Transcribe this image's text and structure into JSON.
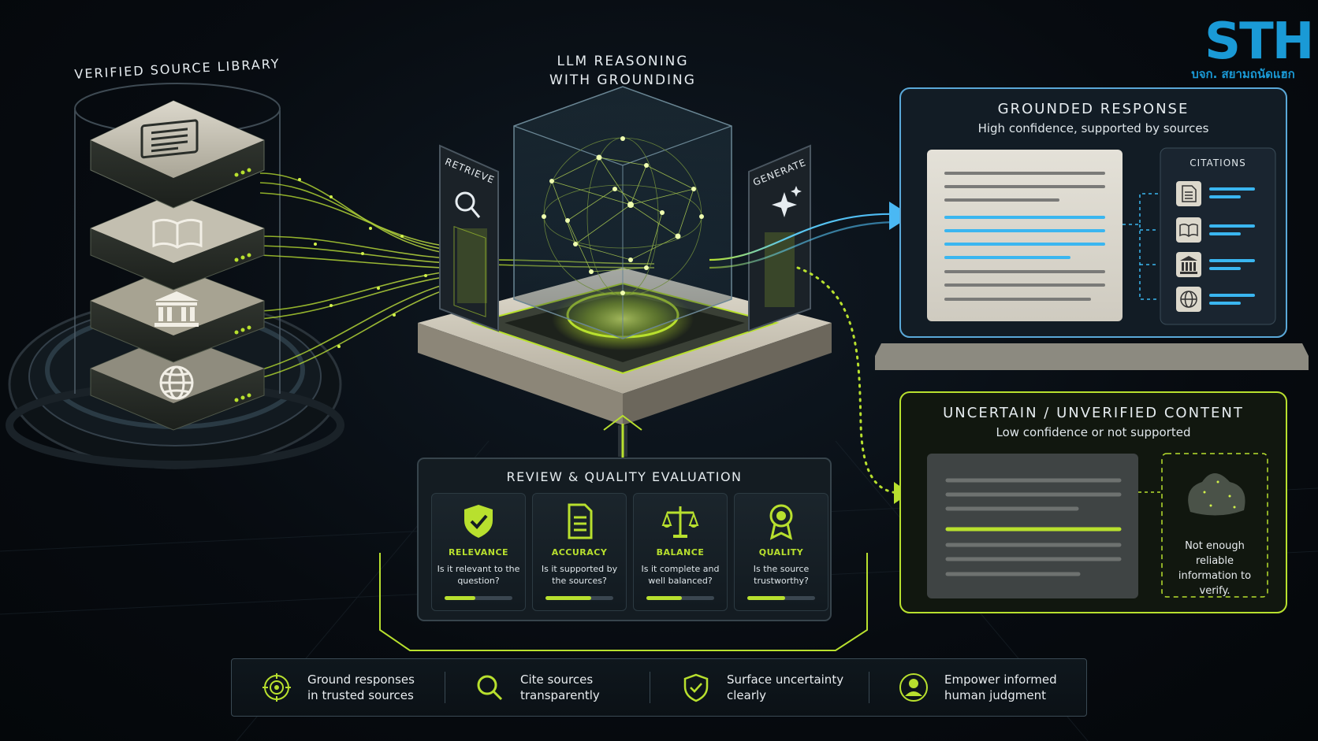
{
  "logo": {
    "main": "STH",
    "sub": "บจก. สยามถนัดแฮก"
  },
  "library": {
    "title": "VERIFIED SOURCE LIBRARY"
  },
  "reasoning": {
    "title_line1": "LLM REASONING",
    "title_line2": "WITH GROUNDING",
    "retrieve_label": "RETRIEVE",
    "generate_label": "GENERATE"
  },
  "grounded": {
    "title": "GROUNDED RESPONSE",
    "subtitle": "High confidence, supported by sources",
    "citations_label": "CITATIONS"
  },
  "uncertain": {
    "title": "UNCERTAIN / UNVERIFIED CONTENT",
    "subtitle": "Low confidence or not supported",
    "note": "Not enough reliable information to verify."
  },
  "evaluation": {
    "title": "REVIEW & QUALITY EVALUATION",
    "criteria": [
      {
        "title": "RELEVANCE",
        "question": "Is it relevant to the question?",
        "level": 0.45,
        "icon": "shield-check-icon"
      },
      {
        "title": "ACCURACY",
        "question": "Is it supported by the sources?",
        "level": 0.68,
        "icon": "document-icon"
      },
      {
        "title": "BALANCE",
        "question": "Is it complete and well balanced?",
        "level": 0.52,
        "icon": "scales-icon"
      },
      {
        "title": "QUALITY",
        "question": "Is the source trustworthy?",
        "level": 0.56,
        "icon": "award-icon"
      }
    ]
  },
  "principles": [
    {
      "text": "Ground responses in trusted sources",
      "icon": "target-icon"
    },
    {
      "text": "Cite sources transparently",
      "icon": "search-icon"
    },
    {
      "text": "Surface uncertainty clearly",
      "icon": "shield-check-icon"
    },
    {
      "text": "Empower informed human judgment",
      "icon": "person-icon"
    }
  ],
  "colors": {
    "accent_green": "#b8e02e",
    "accent_blue": "#3ab6f0",
    "panel_border_blue": "#5aa8d8"
  }
}
